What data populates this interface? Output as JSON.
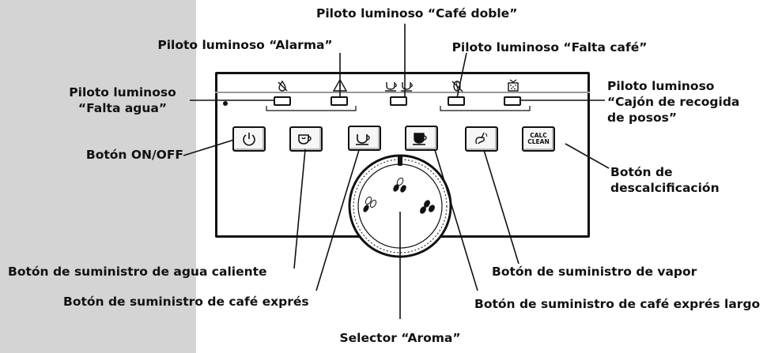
{
  "labels": {
    "cafe_doble": "Piloto luminoso “Café doble”",
    "alarma": "Piloto luminoso “Alarma”",
    "falta_cafe": "Piloto luminoso “Falta café”",
    "falta_agua_line1": "Piloto luminoso",
    "falta_agua_line2": "“Falta agua”",
    "cajon_line1": "Piloto luminoso",
    "cajon_line2": "“Cajón de recogida",
    "cajon_line3": "de posos”",
    "on_off": "Botón ON/OFF",
    "descal_line1": "Botón de",
    "descal_line2": "descalcificación",
    "agua_caliente": "Botón de suministro de agua caliente",
    "vapor": "Botón de suministro de vapor",
    "cafe_expres": "Botón de suministro de café exprés",
    "cafe_expres_largo": "Botón de suministro de café exprés largo",
    "aroma": "Selector “Aroma”"
  },
  "panel": {
    "calc_clean_line1": "CALC",
    "calc_clean_line2": "CLEAN"
  },
  "icons": {
    "leds": [
      "no-water-icon",
      "alarm-triangle-icon",
      "double-cup-icon",
      "no-coffee-icon",
      "grounds-drawer-icon"
    ],
    "buttons": [
      "power-icon",
      "hot-water-cup-icon",
      "espresso-cup-icon",
      "long-espresso-cup-icon",
      "steam-icon",
      "calc-clean-label"
    ],
    "knob": "aroma-knob"
  }
}
